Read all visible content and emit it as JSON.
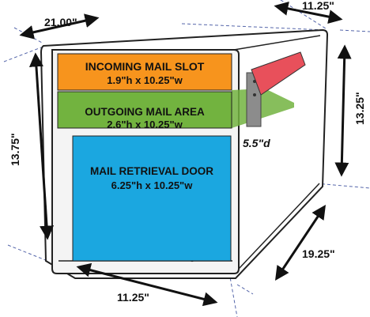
{
  "dimensions": {
    "top_width": "21.00\"",
    "top_depth": "11.25\"",
    "left_height": "13.75\"",
    "right_height": "13.25\"",
    "side_depth": "19.25\"",
    "bottom_width": "11.25\"",
    "inner_depth": "5.5\"d"
  },
  "panels": {
    "incoming": {
      "title": "INCOMING MAIL SLOT",
      "size": "1.9\"h x 10.25\"w",
      "color": "#f7941d"
    },
    "outgoing": {
      "title": "OUTGOING MAIL AREA",
      "size": "2.6\"h x 10.25\"w",
      "color": "#72b33f"
    },
    "retrieval": {
      "title": "MAIL RETRIEVAL DOOR",
      "size": "6.25\"h x 10.25\"w",
      "color": "#1ba7e0"
    }
  },
  "colors": {
    "flag": "#e8505b",
    "flag_post": "#8c8c8c",
    "box_outline": "#222222"
  }
}
